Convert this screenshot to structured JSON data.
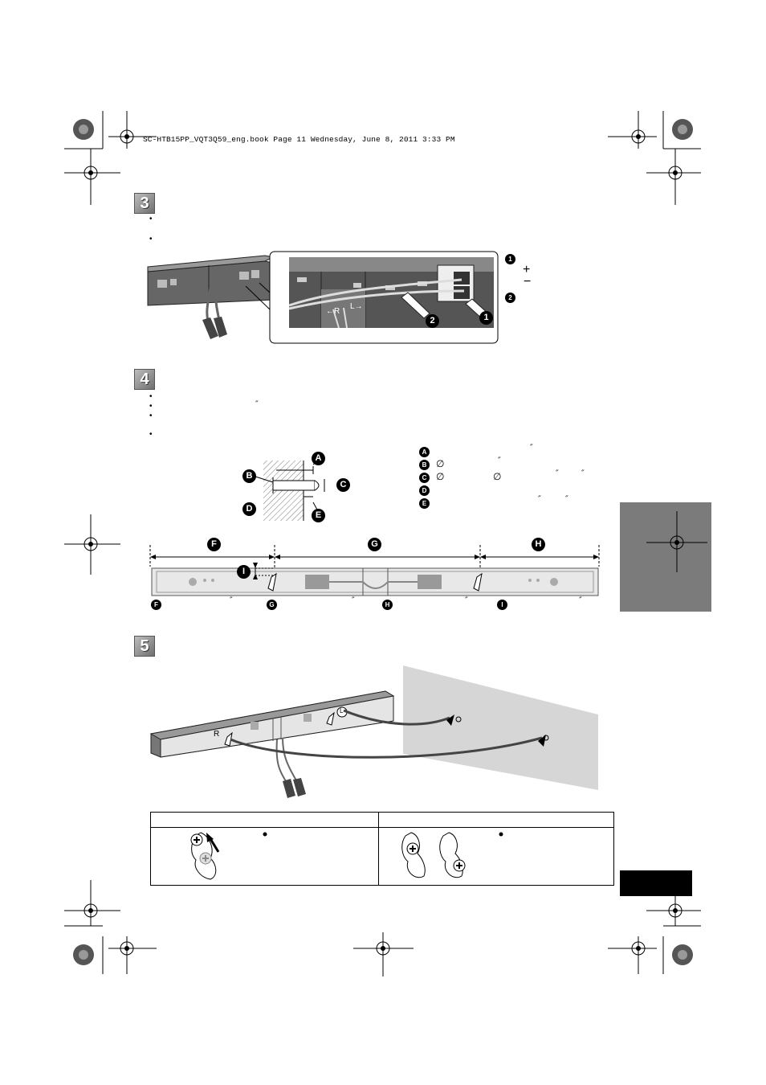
{
  "header": {
    "print_info": "SC-HTB15PP_VQT3Q59_eng.book  Page 11  Wednesday, June 8, 2011  3:33 PM"
  },
  "steps": {
    "s3": "3",
    "s4": "4",
    "s5": "5"
  },
  "step3": {
    "callout_1": "❶",
    "callout_2": "❷",
    "plus": "+",
    "minus": "−",
    "terminal_r": "R",
    "terminal_l": "L"
  },
  "step4": {
    "inch_mark": "″",
    "labels": [
      "A",
      "B",
      "C",
      "D",
      "E"
    ],
    "dimension_labels": [
      "F",
      "G",
      "H",
      "I"
    ],
    "diameter": "∅"
  },
  "step5": {
    "letter_r": "R",
    "letter_l": "L"
  },
  "colors": {
    "side_tab": "#7b7b7b",
    "page_tab": "#000000",
    "wall": "#d6d6d6"
  }
}
